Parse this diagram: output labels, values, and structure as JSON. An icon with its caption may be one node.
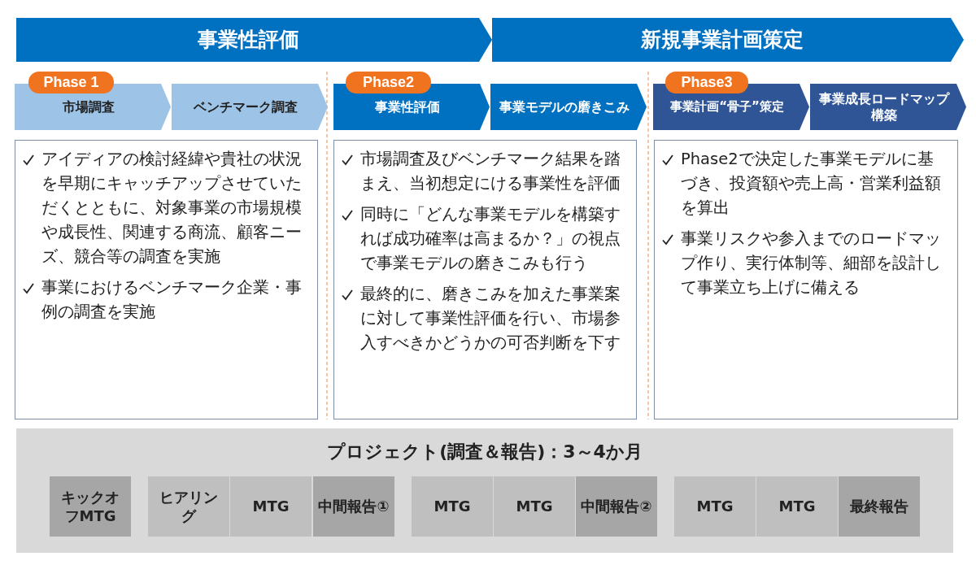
{
  "diagram": {
    "nodes": [
      {
        "text": [
          "事業性評価"
        ]
      },
      {
        "text": [
          "新規事業計画策定"
        ]
      },
      {
        "text": [
          "Phase 1"
        ]
      },
      {
        "text": [
          "市場調査"
        ]
      },
      {
        "text": [
          "ベンチマーク調査"
        ]
      },
      {
        "text": [
          "Phase2"
        ]
      },
      {
        "text": [
          "事業性評価"
        ]
      },
      {
        "text": [
          "事業モデルの磨きこみ"
        ]
      },
      {
        "text": [
          "Phase3"
        ]
      },
      {
        "text": [
          "事業計画“骨子”策定"
        ]
      },
      {
        "text": [
          "事業成長ロードマップ構築"
        ]
      },
      {
        "text": [
          "アイディアの検討経緯や貴社の状況を早期にキャッチアップさせていただくとともに、対象事業の市場規模や成長性、関連する商流、顧客ニーズ、競合等の調査を実施",
          "事業におけるベンチマーク企業・事例の調査を実施"
        ]
      },
      {
        "text": [
          "市場調査及びベンチマーク結果を踏まえ、当初想定にける事業性を評価",
          "同時に「どんな事業モデルを構築すれば成功確率は高まるか？」の視点で事業モデルの磨きこみも行う",
          "最終的に、磨きこみを加えた事業案に対して事業性評価を行い、市場参入すべきかどうかの可否判断を下す"
        ]
      },
      {
        "text": [
          "Phase2で決定した事業モデルに基づき、投資額や売上高・営業利益額を算出",
          "事業リスクや参入までのロードマップ作り、実行体制等、細部を設計して事業立ち上げに備える"
        ]
      },
      {
        "text": [
          "プロジェクト(調査＆報告)：3～4か月"
        ]
      },
      {
        "text": [
          "キックオフMTG"
        ],
        "in": 14
      },
      {
        "text": [
          "ヒアリング"
        ],
        "in": 14
      },
      {
        "text": [
          "MTG"
        ],
        "in": 14
      },
      {
        "text": [
          "中間報告①"
        ],
        "in": 14
      },
      {
        "text": [
          "MTG"
        ],
        "in": 14
      },
      {
        "text": [
          "MTG"
        ],
        "in": 14
      },
      {
        "text": [
          "中間報告②"
        ],
        "in": 14
      },
      {
        "text": [
          "MTG"
        ],
        "in": 14
      },
      {
        "text": [
          "MTG"
        ],
        "in": 14
      },
      {
        "text": [
          "最終報告"
        ],
        "in": 14
      }
    ]
  }
}
